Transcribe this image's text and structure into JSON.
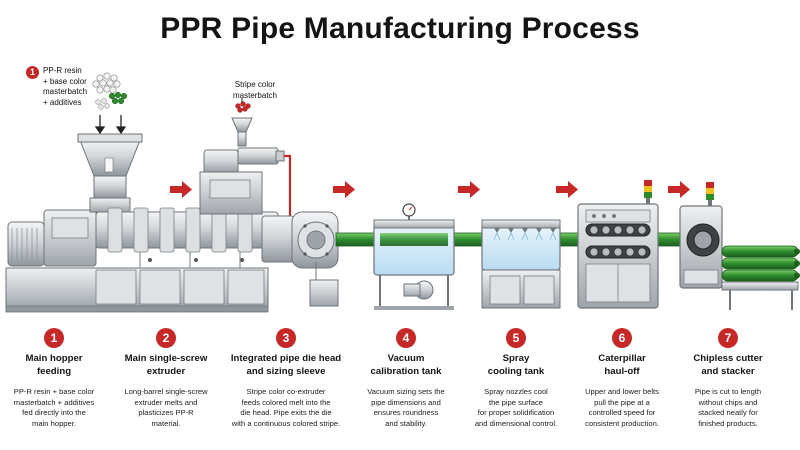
{
  "title": "PPR Pipe Manufacturing Process",
  "colors": {
    "accent_red": "#c62828",
    "pipe_green": "#2e8b2e",
    "machine_gray": "#c7cbcf",
    "water_blue": "#cfe7f7"
  },
  "feed_note": {
    "number": "1",
    "lines": [
      "PP-R resin",
      "+ base color",
      "masterbatch",
      "+ additives"
    ]
  },
  "stripe_note": {
    "lines": [
      "Stripe color",
      "masterbatch"
    ]
  },
  "steps": [
    {
      "number": "1",
      "title": [
        "Main hopper",
        "feeding"
      ],
      "desc": [
        "PP-R resin + base color",
        "masterbatch + additives",
        "fed directly into the",
        "main hopper."
      ]
    },
    {
      "number": "2",
      "title": [
        "Main single-screw",
        "extruder"
      ],
      "desc": [
        "Long-barrel single-screw",
        "extruder melts and",
        "plasticizes PP-R",
        "material."
      ]
    },
    {
      "number": "3",
      "title": [
        "Integrated pipe die head",
        "and sizing sleeve"
      ],
      "desc": [
        "Stripe color co-extruder",
        "feeds colored melt into the",
        "die head. Pipe exits the die",
        "with a continuous colored stripe."
      ]
    },
    {
      "number": "4",
      "title": [
        "Vacuum",
        "calibration tank"
      ],
      "desc": [
        "Vacuum sizing sets the",
        "pipe dimensions and",
        "ensures roundness",
        "and stability."
      ]
    },
    {
      "number": "5",
      "title": [
        "Spray",
        "cooling tank"
      ],
      "desc": [
        "Spray nozzles cool",
        "the pipe surface",
        "for proper solidification",
        "and dimensional control."
      ]
    },
    {
      "number": "6",
      "title": [
        "Caterpillar",
        "haul-off"
      ],
      "desc": [
        "Upper and lower belts",
        "pull the pipe at a",
        "controlled speed for",
        "consistent production."
      ]
    },
    {
      "number": "7",
      "title": [
        "Chipless cutter",
        "and stacker"
      ],
      "desc": [
        "Pipe is cut to length",
        "without chips and",
        "stacked neatly for",
        "finished products."
      ]
    }
  ]
}
